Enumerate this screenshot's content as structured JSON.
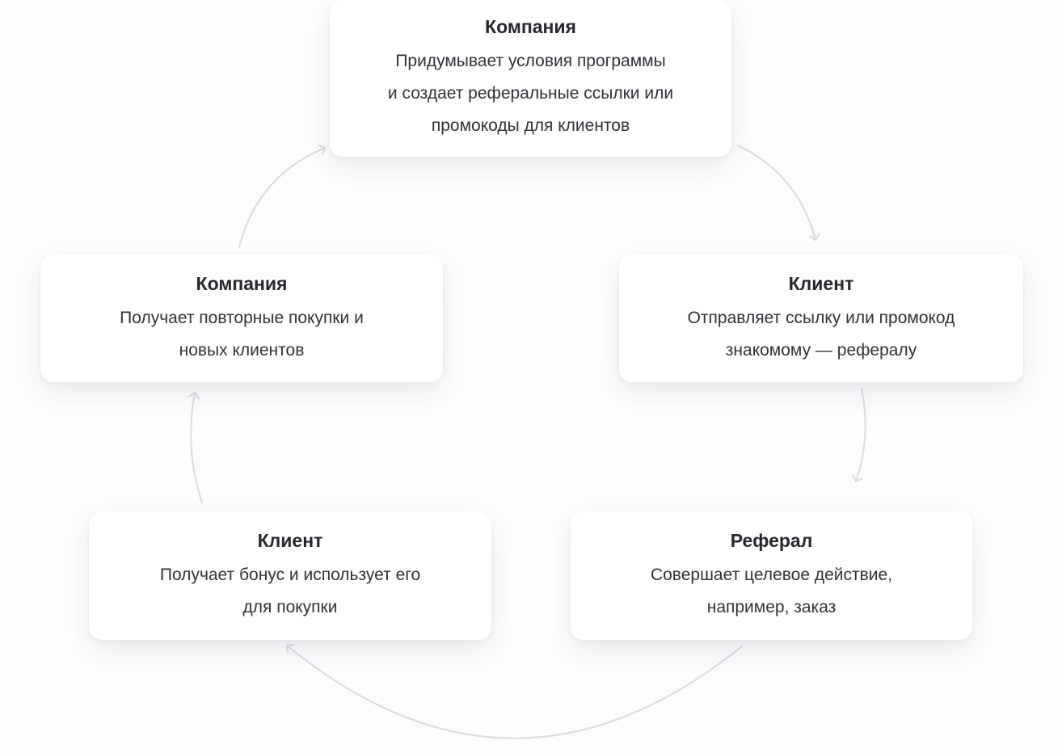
{
  "diagram": {
    "name": "referral-program-cycle",
    "nodes": [
      {
        "id": "company-create",
        "title": "Компания",
        "body": "Придумывает условия программы\nи создает реферальные ссылки или\nпромокоды для клиентов"
      },
      {
        "id": "client-share",
        "title": "Клиент",
        "body": "Отправляет ссылку или промокод\nзнакомому — рефералу"
      },
      {
        "id": "referral-action",
        "title": "Реферал",
        "body": "Совершает целевое действие,\nнапример, заказ"
      },
      {
        "id": "client-bonus",
        "title": "Клиент",
        "body": "Получает бонус и использует его\nдля покупки"
      },
      {
        "id": "company-result",
        "title": "Компания",
        "body": "Получает повторные покупки и\nновых клиентов"
      }
    ],
    "edges": [
      {
        "from": "company-create",
        "to": "client-share"
      },
      {
        "from": "client-share",
        "to": "referral-action"
      },
      {
        "from": "referral-action",
        "to": "client-bonus"
      },
      {
        "from": "client-bonus",
        "to": "company-result"
      },
      {
        "from": "company-result",
        "to": "company-create"
      }
    ],
    "colors": {
      "page_bg": "#fdfdfe",
      "card_bg": "#ffffff",
      "title_text": "#25272c",
      "body_text": "#2f3138",
      "arrow": "#d8dce3"
    }
  }
}
